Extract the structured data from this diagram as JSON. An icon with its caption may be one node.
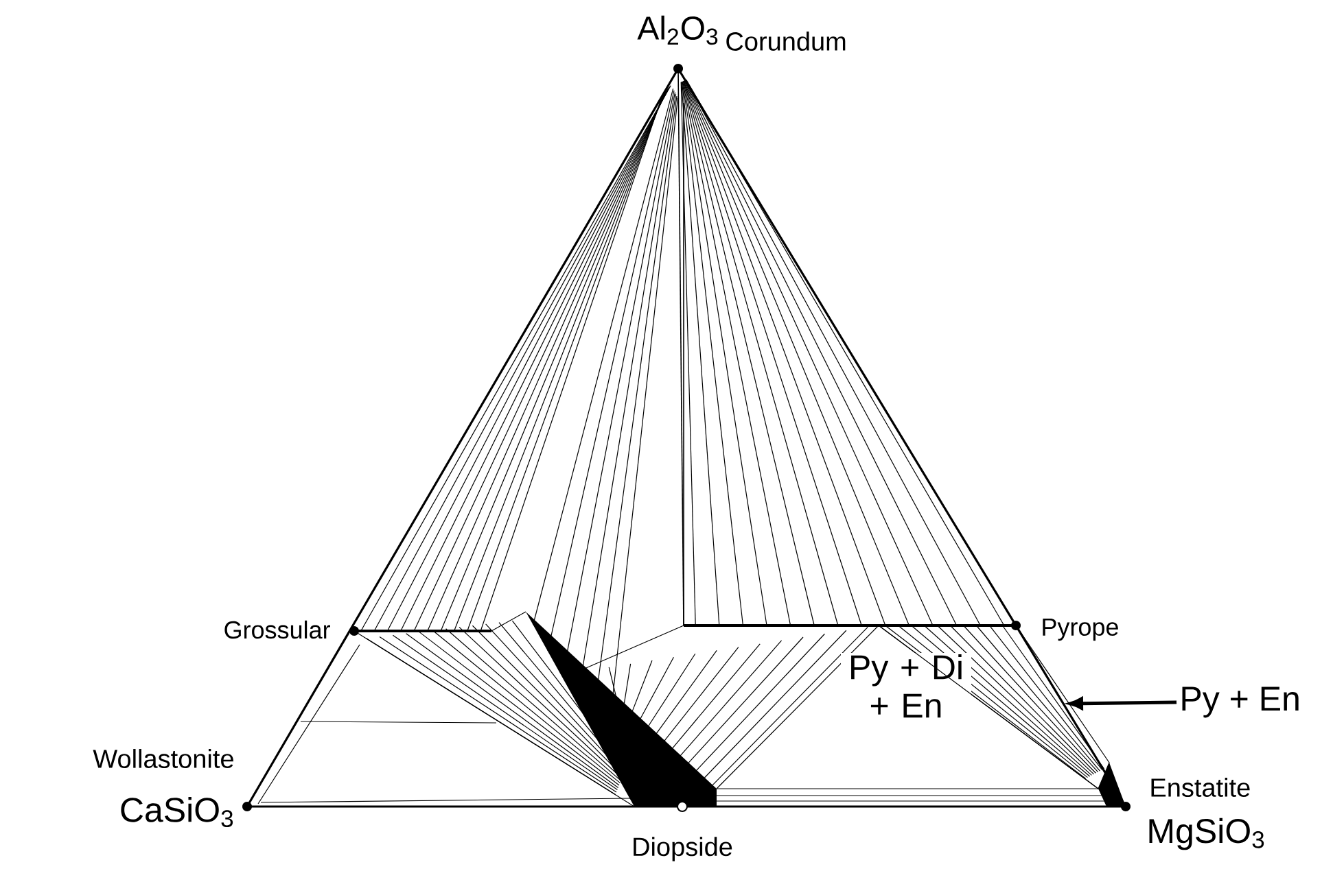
{
  "diagram": {
    "nodes": [
      {
        "text": [
          "Py + En"
        ]
      },
      {
        "text": [],
        "shape": "triangle"
      }
    ],
    "edges": [
      {
        "from": 0,
        "to": 1,
        "arrow": "to"
      }
    ],
    "labels": [
      "Al$_{2}$O$_{3}$",
      "Corundum",
      "Grossular",
      "Pyrope",
      "Py + Di + En",
      "Wollastonite",
      "CaSiO$_{3}$",
      "Diopside",
      "Enstatite",
      "MgSiO$_{3}$"
    ]
  }
}
